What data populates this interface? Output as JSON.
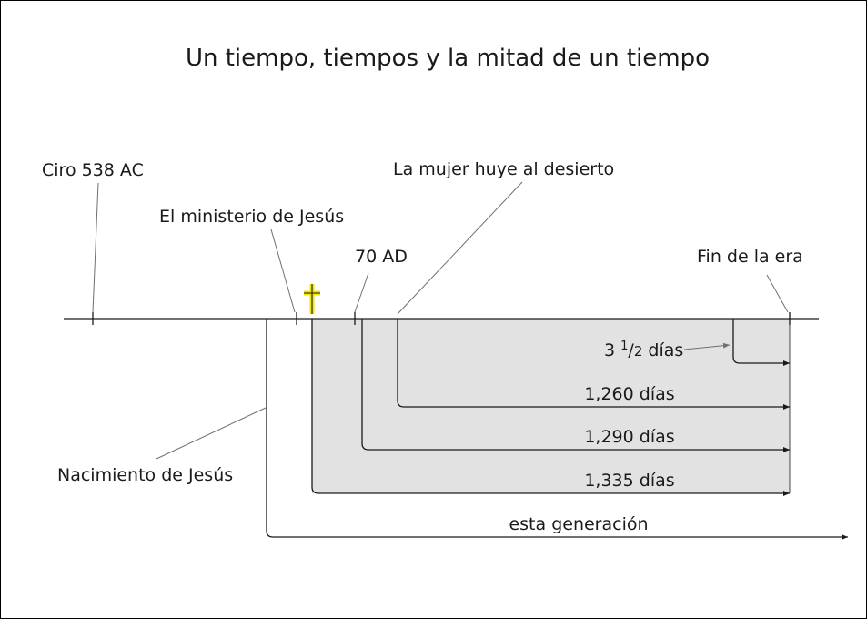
{
  "title": "Un tiempo, tiempos y la mitad de un tiempo",
  "labels": {
    "ciro": "Ciro 538 AC",
    "ministerio": "El ministerio de Jesús",
    "ad70": "70 AD",
    "mujer": "La mujer huye al desierto",
    "fin": "Fin de la era",
    "nacimiento": "Nacimiento de Jesús"
  },
  "periods": {
    "tres_y_medio_prefix": "3 ",
    "tres_y_medio_num": "1",
    "tres_y_medio_slash": "/",
    "tres_y_medio_den": "2",
    "tres_y_medio_suffix": " días",
    "d1260": "1,260 días",
    "d1290": "1,290 días",
    "d1335": "1,335 días",
    "generacion": "esta generación"
  },
  "colors": {
    "shade": "#e2e2e2",
    "line": "#1a1a1a",
    "pointer": "#707070",
    "cross": "#f2e600"
  },
  "icons": {
    "cross": "cross-icon"
  }
}
